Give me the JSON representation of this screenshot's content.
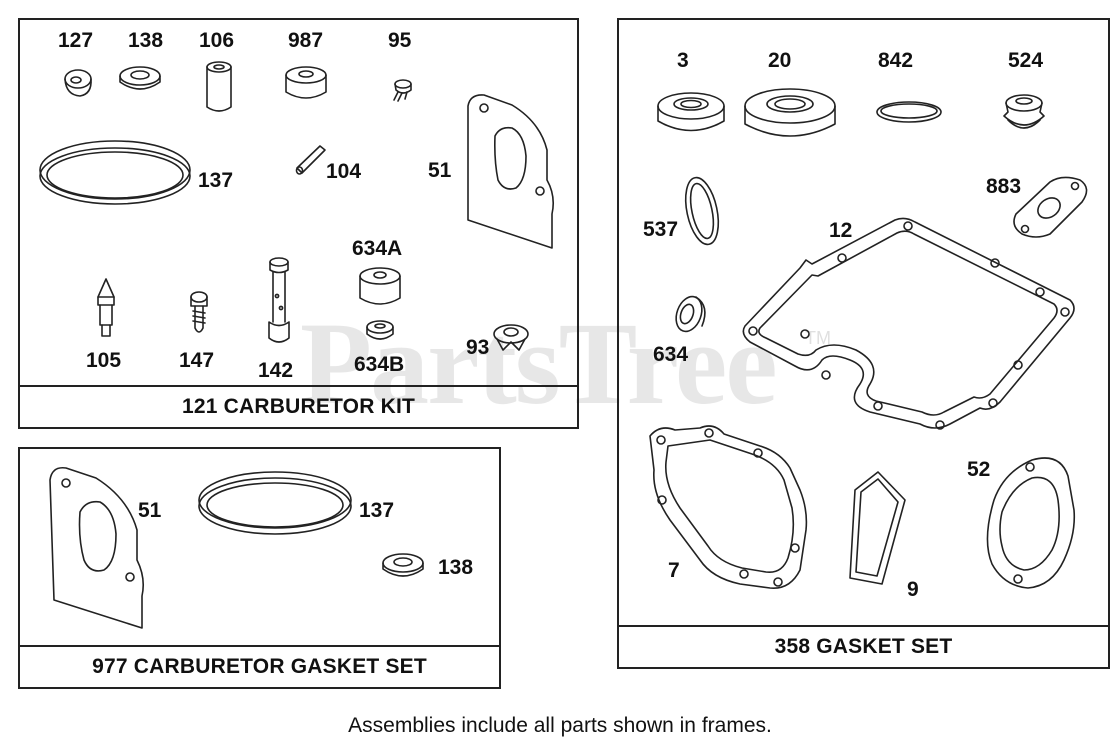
{
  "frames": {
    "carb_kit": {
      "title": "121 CARBURETOR KIT"
    },
    "carb_gasket": {
      "title": "977 CARBURETOR GASKET SET"
    },
    "gasket_set": {
      "title": "358 GASKET SET"
    }
  },
  "callouts": {
    "c127": "127",
    "c138": "138",
    "c106": "106",
    "c987": "987",
    "c95": "95",
    "c137": "137",
    "c104": "104",
    "c51": "51",
    "c634a": "634A",
    "c105": "105",
    "c147": "147",
    "c142": "142",
    "c634b": "634B",
    "c93": "93",
    "g51": "51",
    "g137": "137",
    "g138": "138",
    "s3": "3",
    "s20": "20",
    "s842": "842",
    "s524": "524",
    "s537": "537",
    "s12": "12",
    "s883": "883",
    "s634": "634",
    "s7": "7",
    "s9": "9",
    "s52": "52"
  },
  "watermark": {
    "text": "PartsTree",
    "tm": "TM"
  },
  "footer": "Assemblies include all parts shown in frames.",
  "colors": {
    "line": "#222222",
    "background": "#ffffff",
    "watermark": "#000000"
  }
}
